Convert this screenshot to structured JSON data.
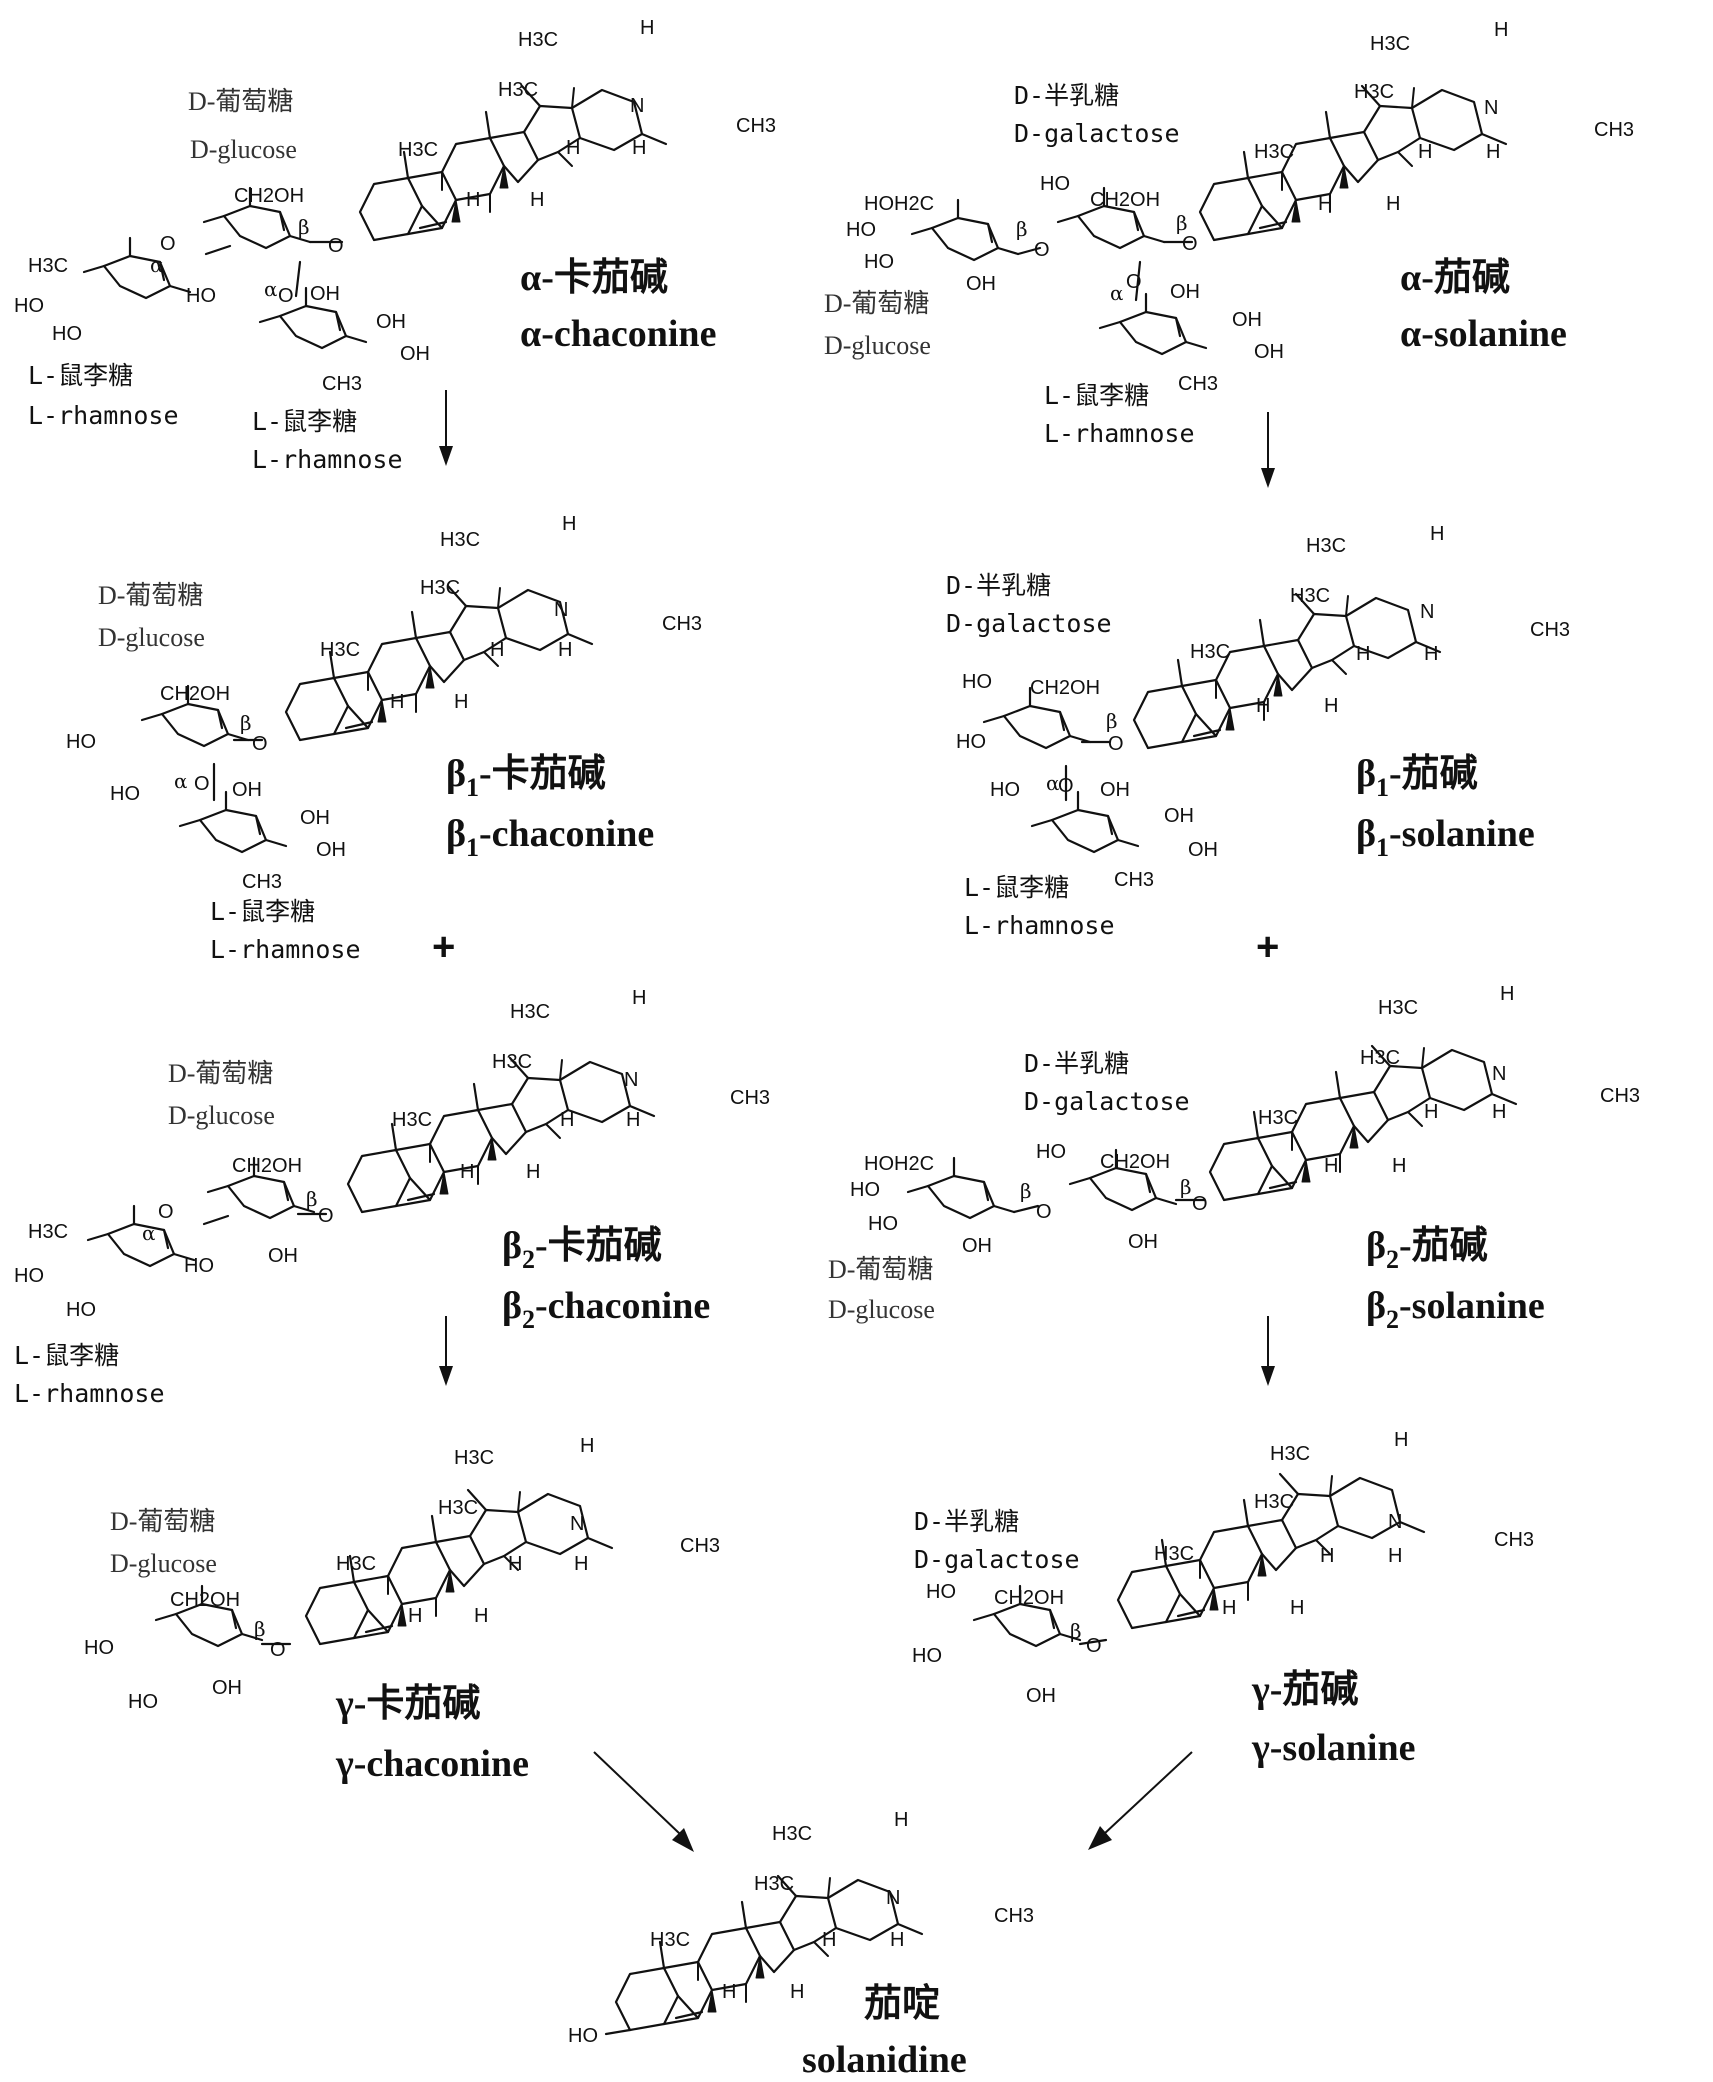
{
  "atoms": {
    "h3c": "H3C",
    "ch3": "CH3",
    "h": "H",
    "n": "N",
    "o": "O",
    "oh": "OH",
    "ho": "HO",
    "ch2oh": "CH2OH",
    "hoh2c": "HOH2C"
  },
  "bond_labels": {
    "alpha": "α",
    "beta": "β"
  },
  "sugars": {
    "glucose_zh": "D-葡萄糖",
    "glucose_en": "D-glucose",
    "galactose_zh": "D-半乳糖",
    "galactose_en": "D-galactose",
    "rhamnose_zh": "L-鼠李糖",
    "rhamnose_en": "L-rhamnose"
  },
  "compounds": {
    "a_chaconine": {
      "greek": "α",
      "sub": "",
      "zh": "-卡茄碱",
      "en": "-chaconine"
    },
    "a_solanine": {
      "greek": "α",
      "sub": "",
      "zh": "-茄碱",
      "en": "-solanine"
    },
    "b1_chaconine": {
      "greek": "β",
      "sub": "1",
      "zh": "-卡茄碱",
      "en": "-chaconine"
    },
    "b1_solanine": {
      "greek": "β",
      "sub": "1",
      "zh": "-茄碱",
      "en": "-solanine"
    },
    "b2_chaconine": {
      "greek": "β",
      "sub": "2",
      "zh": "-卡茄碱",
      "en": "-chaconine"
    },
    "b2_solanine": {
      "greek": "β",
      "sub": "2",
      "zh": "-茄碱",
      "en": "-solanine"
    },
    "g_chaconine": {
      "greek": "γ",
      "sub": "",
      "zh": "-卡茄碱",
      "en": "-chaconine"
    },
    "g_solanine": {
      "greek": "γ",
      "sub": "",
      "zh": "-茄碱",
      "en": "-solanine"
    },
    "solanidine": {
      "zh": "茄啶",
      "en": "solanidine"
    }
  },
  "plus_sign": "+",
  "colors": {
    "ink": "#111111",
    "sugar_label": "#333333",
    "background": "#ffffff"
  }
}
